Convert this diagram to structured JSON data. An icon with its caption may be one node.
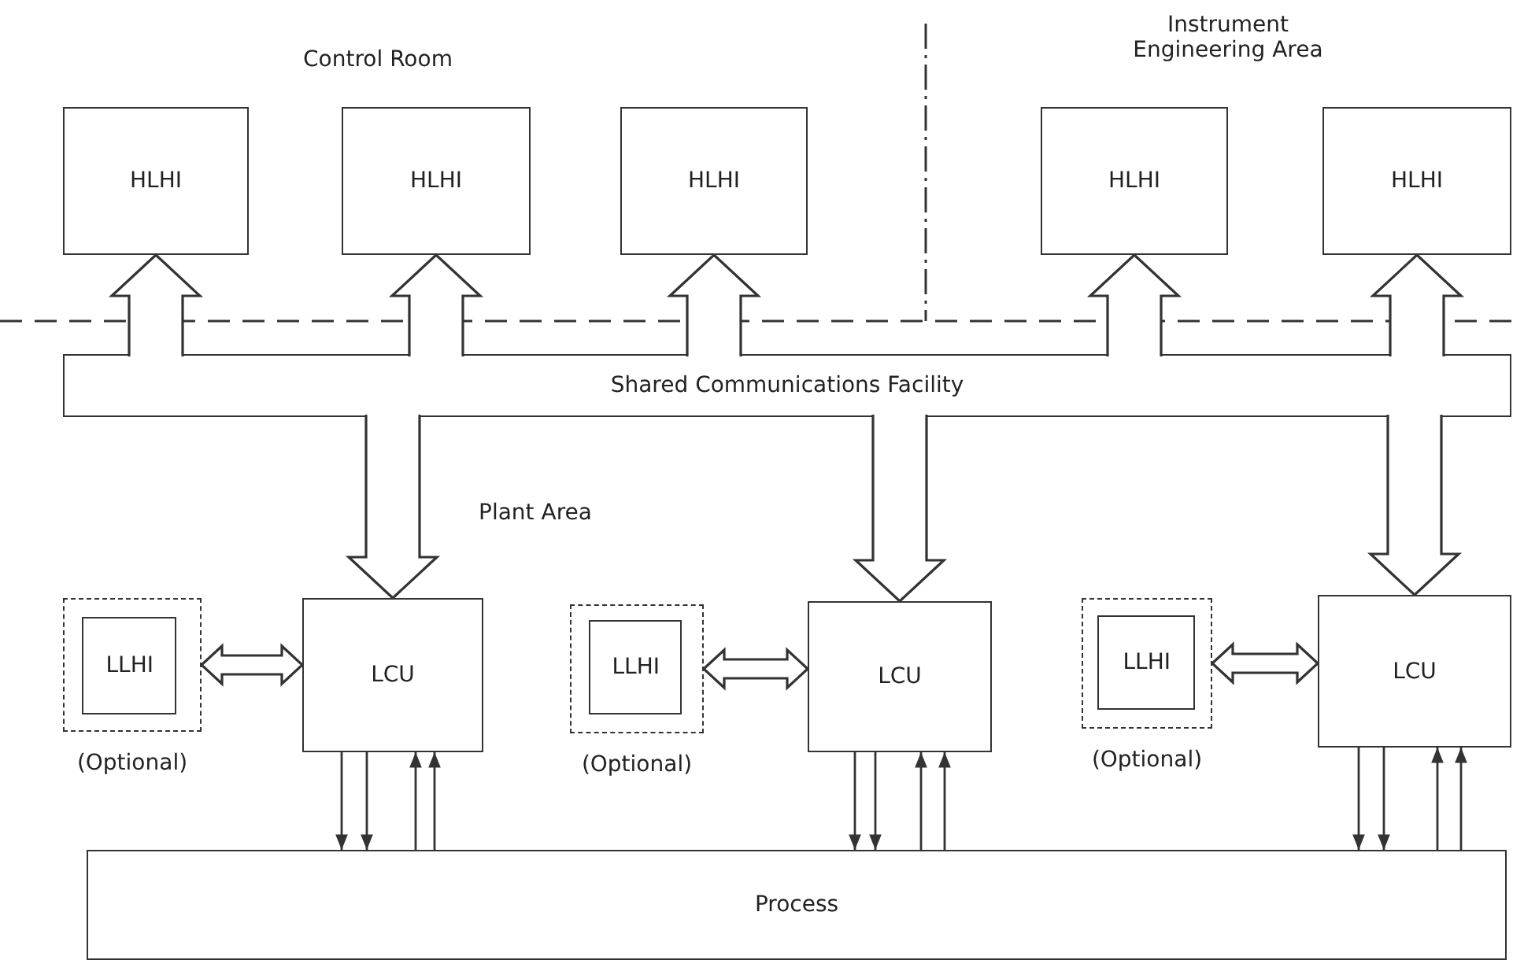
{
  "diagram": {
    "nodes": [
      {
        "text": [
          "HLHI"
        ]
      },
      {
        "text": [
          "HLHI"
        ]
      },
      {
        "text": [
          "HLHI"
        ]
      },
      {
        "text": [
          "HLHI"
        ]
      },
      {
        "text": [
          "HLHI"
        ]
      },
      {
        "text": [
          "Shared Communications Facility"
        ]
      },
      {
        "text": [],
        "shape": "box",
        "beside": [
          "(Optional)"
        ]
      },
      {
        "text": [
          "LLHI"
        ],
        "in": 6
      },
      {
        "text": [
          "LCU"
        ]
      },
      {
        "text": [],
        "shape": "box",
        "beside": [
          "(Optional)"
        ]
      },
      {
        "text": [
          "LLHI"
        ],
        "in": 9
      },
      {
        "text": [
          "LCU"
        ]
      },
      {
        "text": [],
        "shape": "box",
        "beside": [
          "(Optional)"
        ]
      },
      {
        "text": [
          "LLHI"
        ],
        "in": 12
      },
      {
        "text": [
          "LCU"
        ]
      },
      {
        "text": [
          "Process"
        ]
      }
    ],
    "edges": [
      {
        "from": 5,
        "to": 0,
        "arrow": "to",
        "style": "thick"
      },
      {
        "from": 5,
        "to": 1,
        "arrow": "to",
        "style": "thick"
      },
      {
        "from": 5,
        "to": 2,
        "arrow": "to",
        "style": "thick"
      },
      {
        "from": 5,
        "to": 3,
        "arrow": "to",
        "style": "thick"
      },
      {
        "from": 5,
        "to": 4,
        "arrow": "to",
        "style": "thick"
      },
      {
        "from": 5,
        "to": 8,
        "arrow": "to",
        "style": "thick"
      },
      {
        "from": 5,
        "to": 11,
        "arrow": "to",
        "style": "thick"
      },
      {
        "from": 5,
        "to": 14,
        "arrow": "to",
        "style": "thick"
      },
      {
        "from": 6,
        "to": 8,
        "arrow": "both",
        "style": "thick"
      },
      {
        "from": 9,
        "to": 11,
        "arrow": "both",
        "style": "thick"
      },
      {
        "from": 12,
        "to": 14,
        "arrow": "both",
        "style": "thick"
      },
      {
        "from": 8,
        "to": 15,
        "arrow": "to"
      },
      {
        "from": 8,
        "to": 15,
        "arrow": "to"
      },
      {
        "from": 15,
        "to": 8,
        "arrow": "to"
      },
      {
        "from": 15,
        "to": 8,
        "arrow": "to"
      },
      {
        "from": 11,
        "to": 15,
        "arrow": "to"
      },
      {
        "from": 11,
        "to": 15,
        "arrow": "to"
      },
      {
        "from": 15,
        "to": 11,
        "arrow": "to"
      },
      {
        "from": 15,
        "to": 11,
        "arrow": "to"
      },
      {
        "from": 14,
        "to": 15,
        "arrow": "to"
      },
      {
        "from": 14,
        "to": 15,
        "arrow": "to"
      },
      {
        "from": 15,
        "to": 14,
        "arrow": "to"
      },
      {
        "from": 15,
        "to": 14,
        "arrow": "to"
      }
    ],
    "labels": [
      "Control Room",
      "Instrument Engineering Area",
      "Plant Area"
    ]
  }
}
